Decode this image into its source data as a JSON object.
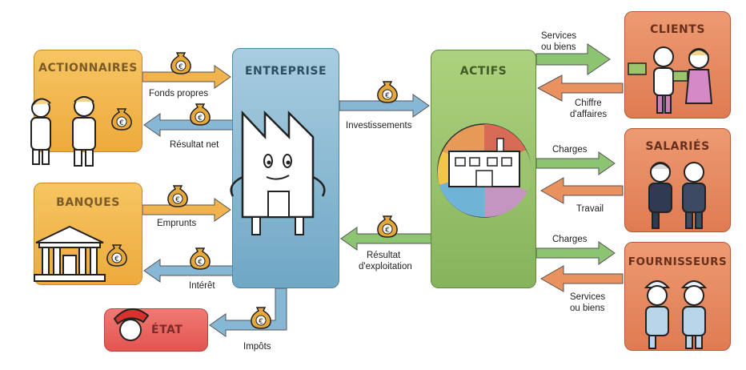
{
  "colors": {
    "yellow": "#f2b84a",
    "blue": "#7fb3cf",
    "green": "#9cc36e",
    "orange": "#e2845c",
    "red": "#e9605c",
    "arrow_green": "#8cc472",
    "arrow_orange": "#e9915f",
    "arrow_blue": "#86b8d6",
    "arrow_yellow": "#f0b34e"
  },
  "nodes": {
    "actionnaires": "ACTIONNAIRES",
    "banques": "BANQUES",
    "etat": "ÉTAT",
    "entreprise": "ENTREPRISE",
    "actifs": "ACTIFS",
    "clients": "CLIENTS",
    "salaries": "SALARIÉS",
    "fournisseurs": "FOURNISSEURS"
  },
  "flows": {
    "fonds_propres": "Fonds propres",
    "resultat_net": "Résultat net",
    "emprunts": "Emprunts",
    "interet": "Intérêt",
    "impots": "Impôts",
    "investissements": "Investissements",
    "resultat_exploitation_1": "Résultat",
    "resultat_exploitation_2": "d'exploitation",
    "services_biens_clients_1": "Services",
    "services_biens_clients_2": "ou biens",
    "chiffre_affaires_1": "Chiffre",
    "chiffre_affaires_2": "d'affaires",
    "charges_salaries": "Charges",
    "travail": "Travail",
    "charges_fournisseurs": "Charges",
    "services_biens_fournisseurs_1": "Services",
    "services_biens_fournisseurs_2": "ou biens"
  },
  "icons": {
    "coin": "euro-money-bag-icon"
  }
}
